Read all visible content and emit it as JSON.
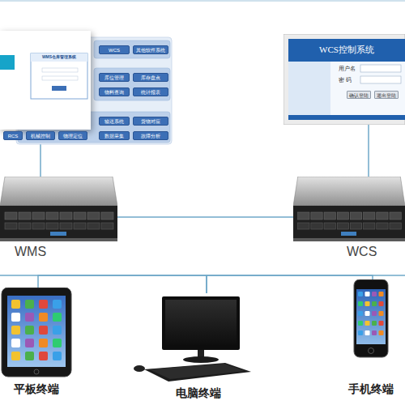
{
  "diagram": {
    "nodes": [
      {
        "text": [
          "WMS仓库管理系统"
        ]
      },
      {
        "text": [
          "WCS控制系统"
        ]
      },
      {
        "text": [
          "WMS"
        ]
      },
      {
        "text": [
          "WCS"
        ]
      },
      {
        "text": [
          "平板终端"
        ]
      },
      {
        "text": [
          "电脑终端"
        ]
      },
      {
        "text": [
          "手机终端"
        ]
      }
    ],
    "edges": [
      {
        "from": 0,
        "to": 2,
        "arrow": "none"
      },
      {
        "from": 1,
        "to": 3,
        "arrow": "none"
      },
      {
        "from": 2,
        "to": 3,
        "arrow": "none"
      },
      {
        "from": 4,
        "to": 5,
        "arrow": "none"
      },
      {
        "from": 5,
        "to": 6,
        "arrow": "none"
      }
    ],
    "labels": [
      "WCS",
      "其他软件系统",
      "库位管理",
      "库存盘点",
      "物料查询",
      "统计报表",
      "RCS",
      "机械控制",
      "物理定位",
      "输送系统",
      "货物对应",
      "数据采集",
      "故障分析",
      "用户名",
      "密 码",
      "确认登陆",
      "退出登陆"
    ]
  }
}
